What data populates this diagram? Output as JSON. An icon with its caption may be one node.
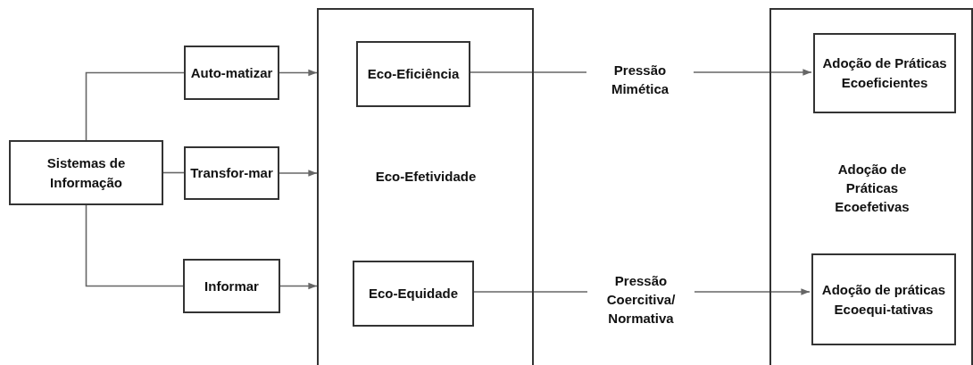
{
  "diagram": {
    "nodes": [
      {
        "text": [
          "Sistemas de Informação"
        ]
      },
      {
        "text": [
          "Auto-matizar"
        ]
      },
      {
        "text": [
          "Transfor-mar"
        ]
      },
      {
        "text": [
          "Informar"
        ]
      },
      {
        "text": [
          "Eco-Efetividade"
        ]
      },
      {
        "text": [
          "Eco-Eficiência"
        ],
        "in": 4
      },
      {
        "text": [
          "Eco-Equidade"
        ],
        "in": 4
      },
      {
        "text": [
          "Adoção de Práticas Ecoefetivas"
        ]
      },
      {
        "text": [
          "Adoção de Práticas Ecoeficientes"
        ],
        "in": 7
      },
      {
        "text": [
          "Adoção de práticas Ecoequi-tativas"
        ],
        "in": 7
      }
    ],
    "edges": [
      {
        "from": 0,
        "to": 1,
        "arrow": "none"
      },
      {
        "from": 0,
        "to": 2,
        "arrow": "none"
      },
      {
        "from": 0,
        "to": 3,
        "arrow": "none"
      },
      {
        "from": 1,
        "to": 4,
        "arrow": "to"
      },
      {
        "from": 2,
        "to": 4,
        "arrow": "to"
      },
      {
        "from": 3,
        "to": 4,
        "arrow": "to"
      },
      {
        "from": 5,
        "to": 8,
        "arrow": "to",
        "label": "Pressão Mimética"
      },
      {
        "from": 6,
        "to": 9,
        "arrow": "to",
        "label": "Pressão Coercitiva/ Normativa"
      }
    ]
  }
}
